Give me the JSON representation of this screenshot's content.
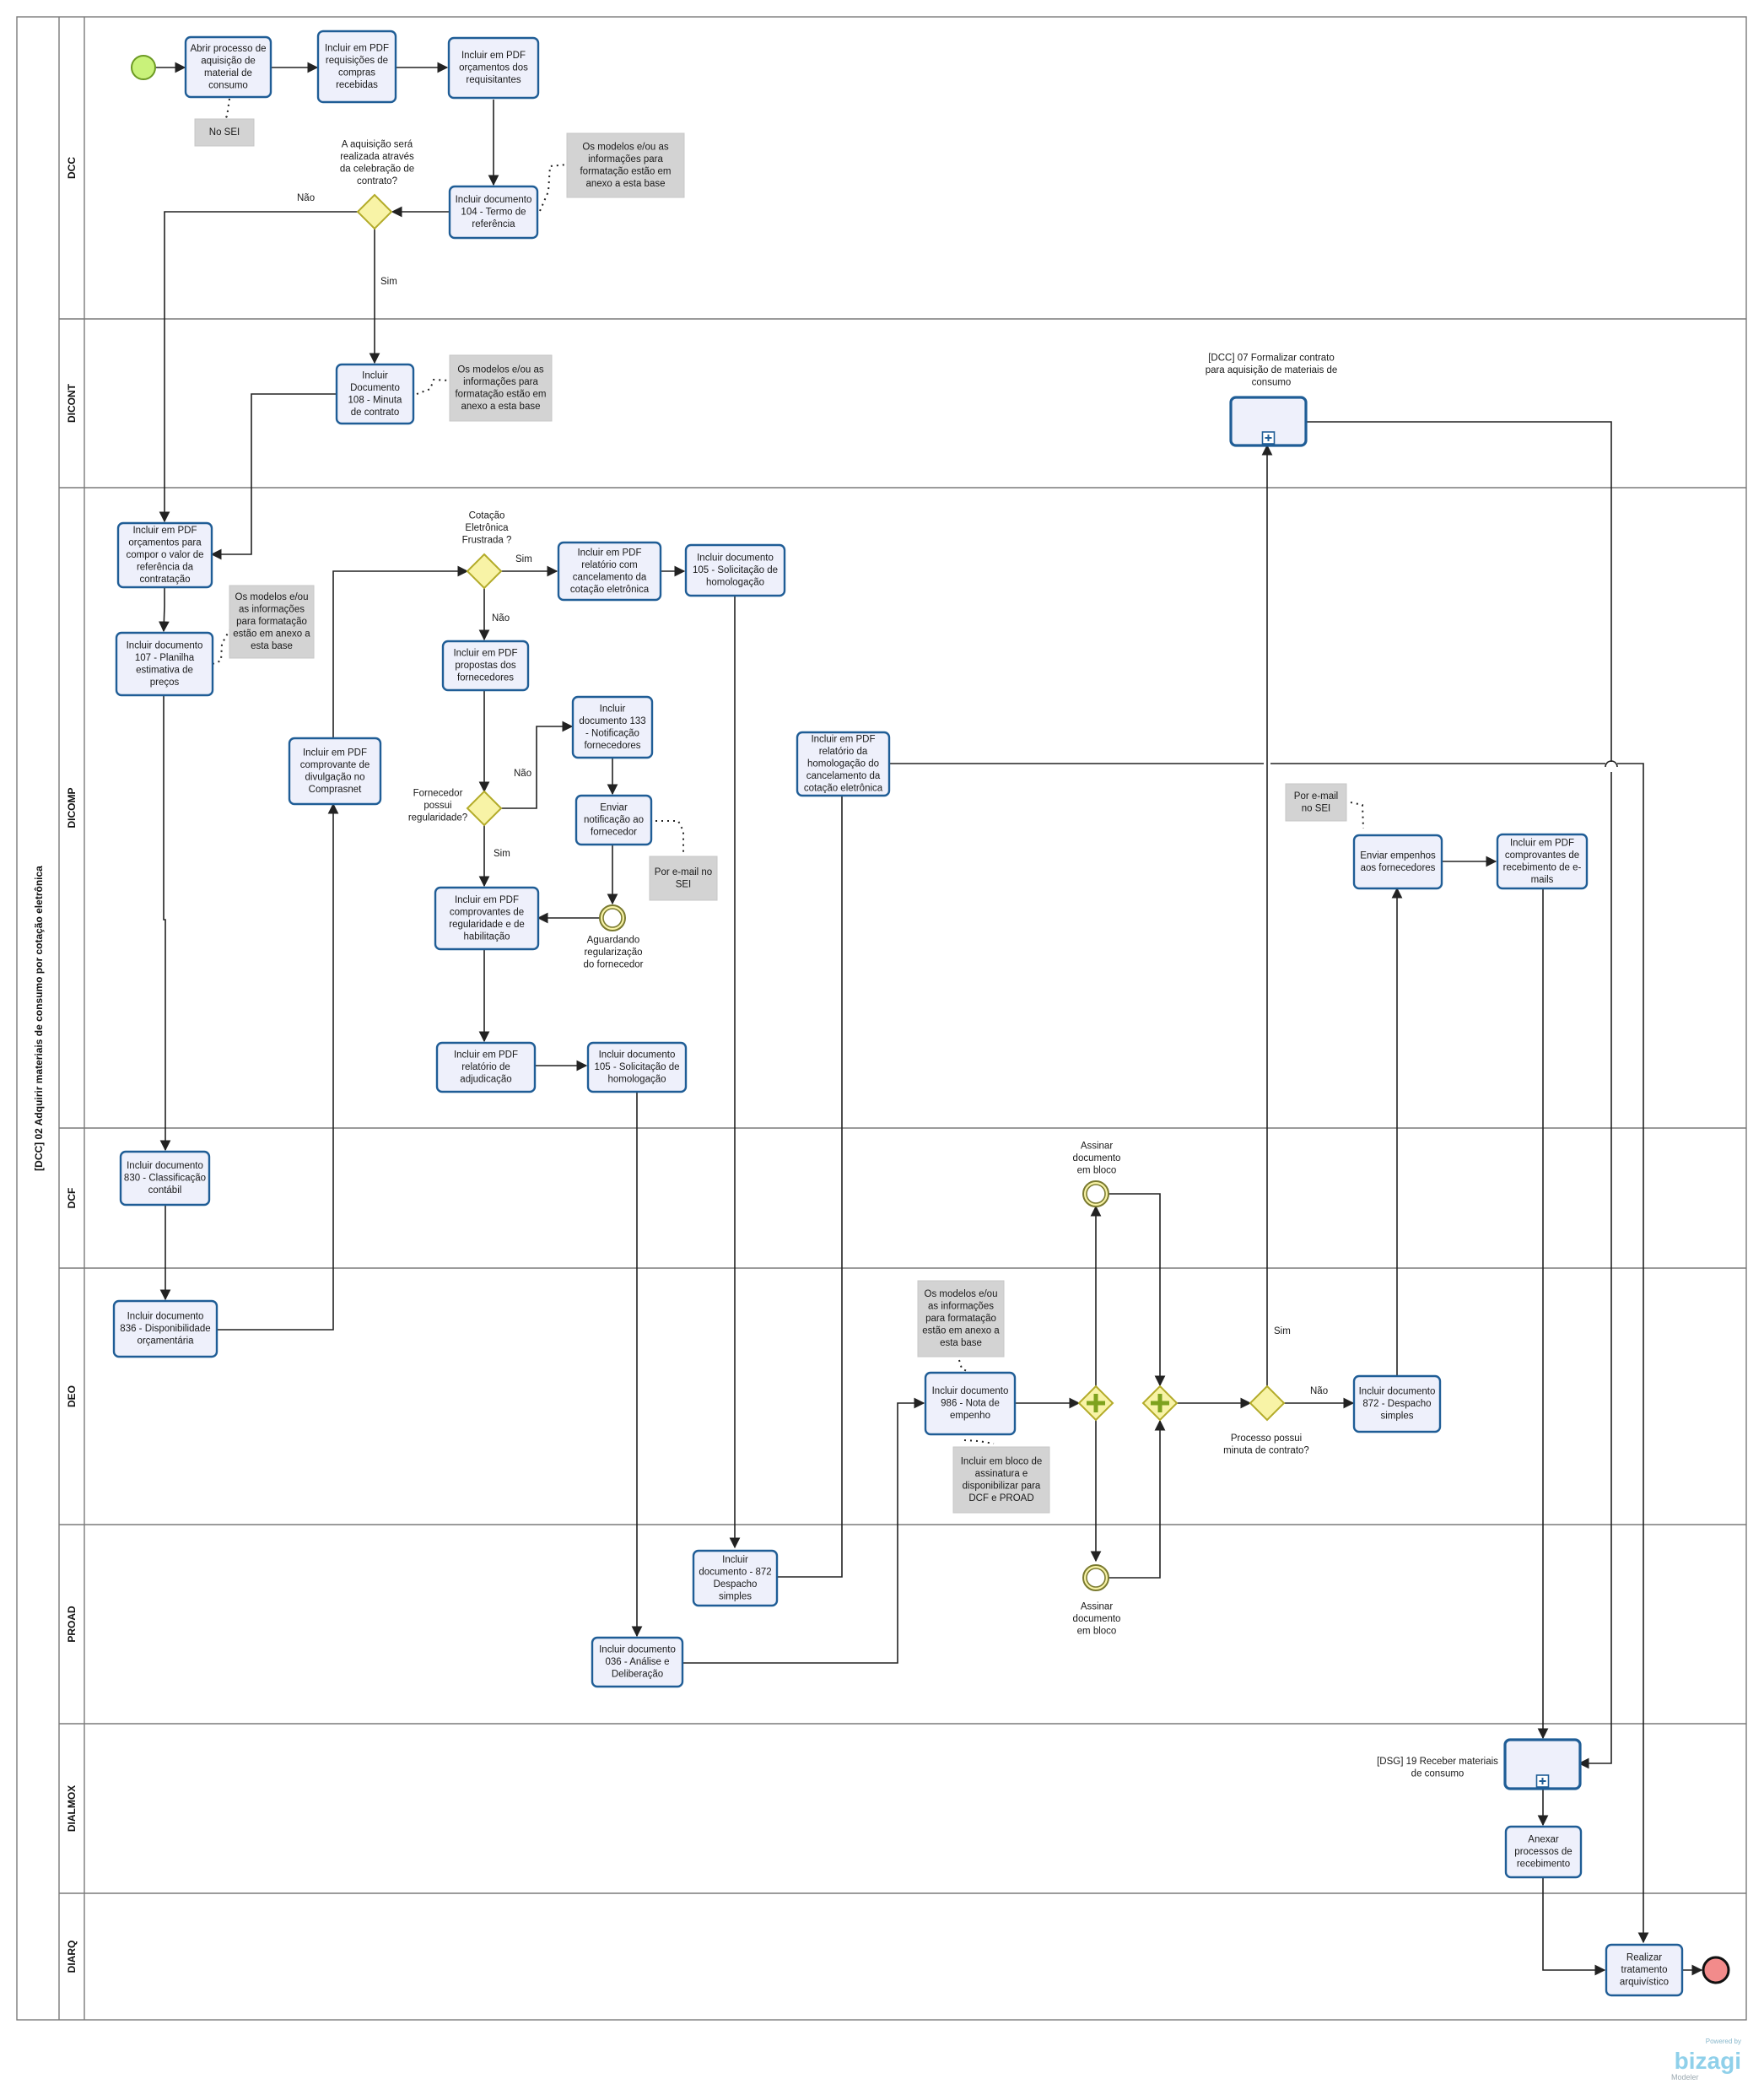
{
  "pool": {
    "title": "[DCC] 02 Adquirir materiais de consumo por cotação eletrônica"
  },
  "lanes": [
    "DCC",
    "DICONT",
    "DICOMP",
    "DCF",
    "DEO",
    "PROAD",
    "DIALMOX",
    "DIARQ"
  ],
  "tasks": {
    "t_abrir": [
      "Abrir processo de",
      "aquisição de",
      "material de",
      "consumo"
    ],
    "t_req": [
      "Incluir em PDF",
      "requisições de",
      "compras",
      "recebidas"
    ],
    "t_orc_req": [
      "Incluir em PDF",
      "orçamentos dos",
      "requisitantes"
    ],
    "t_doc104": [
      "Incluir documento",
      "104 - Termo de",
      "referência"
    ],
    "t_doc108": [
      "Incluir",
      "Documento",
      "108 - Minuta",
      "de contrato"
    ],
    "t_orc_ref": [
      "Incluir em PDF",
      "orçamentos para",
      "compor o valor de",
      "referência da",
      "contratação"
    ],
    "t_doc107": [
      "Incluir documento",
      "107 - Planilha",
      "estimativa de",
      "preços"
    ],
    "t_comprasnet": [
      "Incluir em PDF",
      "comprovante de",
      "divulgação no",
      "Comprasnet"
    ],
    "t_propostas": [
      "Incluir em PDF",
      "propostas dos",
      "fornecedores"
    ],
    "t_canc": [
      "Incluir em PDF",
      "relatório com",
      "cancelamento da",
      "cotação eletrônica"
    ],
    "t_doc105a": [
      "Incluir documento",
      "105 - Solicitação de",
      "homologação"
    ],
    "t_doc133": [
      "Incluir",
      "documento 133",
      "- Notificação",
      "fornecedores"
    ],
    "t_notif": [
      "Enviar",
      "notificação ao",
      "fornecedor"
    ],
    "t_comprov_reg": [
      "Incluir em PDF",
      "comprovantes de",
      "regularidade e de",
      "habilitação"
    ],
    "t_adjud": [
      "Incluir em PDF",
      "relatório de",
      "adjudicação"
    ],
    "t_doc105b": [
      "Incluir documento",
      "105 - Solicitação de",
      "homologação"
    ],
    "t_homol_canc": [
      "Incluir em PDF",
      "relatório da",
      "homologação do",
      "cancelamento da",
      "cotação eletrônica"
    ],
    "t_empenhos": [
      "Enviar empenhos",
      "aos fornecedores"
    ],
    "t_receb_email": [
      "Incluir em PDF",
      "comprovantes de",
      "recebimento de e-",
      "mails"
    ],
    "t_doc830": [
      "Incluir documento",
      "830 - Classificação",
      "contábil"
    ],
    "t_doc836": [
      "Incluir documento",
      "836 - Disponibilidade",
      "orçamentária"
    ],
    "t_doc986": [
      "Incluir documento",
      "986 - Nota de",
      "empenho"
    ],
    "t_doc872b": [
      "Incluir documento",
      "872 - Despacho",
      "simples"
    ],
    "t_doc872a": [
      "Incluir",
      "documento - 872",
      "Despacho",
      "simples"
    ],
    "t_doc036": [
      "Incluir documento",
      "036 - Análise e",
      "Deliberação"
    ],
    "t_anexar": [
      "Anexar",
      "processos de",
      "recebimento"
    ],
    "t_arquiv": [
      "Realizar",
      "tratamento",
      "arquivístico"
    ]
  },
  "subprocesses": {
    "sp_contrato": [
      "[DCC] 07 Formalizar contrato",
      "para  aquisição de materiais de",
      "consumo"
    ],
    "sp_receber": [
      "[DSG] 19 Receber materiais",
      "de consumo"
    ]
  },
  "gateways": {
    "g_contrato": [
      "A aquisição será",
      "realizada através",
      "da celebração de",
      "contrato?"
    ],
    "g_frustrada": [
      "Cotação",
      "Eletrônica",
      "Frustrada ?"
    ],
    "g_regular": [
      "Fornecedor",
      "possui",
      "regularidade?"
    ],
    "g_minuta": [
      "Processo possui",
      "minuta de contrato?"
    ]
  },
  "events": {
    "e_aguard": [
      "Aguardando",
      "regularização",
      "do fornecedor"
    ],
    "e_assinar_dcf": [
      "Assinar",
      "documento",
      "em bloco"
    ],
    "e_assinar_proad": [
      "Assinar",
      "documento",
      "em bloco"
    ]
  },
  "notes": {
    "n_sei": [
      "No SEI"
    ],
    "n_mod1": [
      "Os modelos e/ou as",
      "informações para",
      "formatação estão em",
      "anexo a esta base"
    ],
    "n_mod2": [
      "Os modelos e/ou as",
      "informações para",
      "formatação estão em",
      "anexo a esta base"
    ],
    "n_mod3": [
      "Os modelos e/ou",
      "as informações",
      "para formatação",
      "estão em anexo a",
      "esta base"
    ],
    "n_email1": [
      "Por e-mail no",
      "SEI"
    ],
    "n_email2": [
      "Por e-mail",
      "no SEI"
    ],
    "n_mod4": [
      "Os modelos e/ou",
      "as informações",
      "para formatação",
      "estão em anexo a",
      "esta base"
    ],
    "n_bloco": [
      "Incluir em bloco de",
      "assinatura e",
      "disponibilizar para",
      "DCF e PROAD"
    ]
  },
  "flow_labels": {
    "contrato_nao": "Não",
    "contrato_sim": "Sim",
    "frustrada_sim": "Sim",
    "frustrada_nao": "Não",
    "regular_nao": "Não",
    "regular_sim": "Sim",
    "minuta_sim": "Sim",
    "minuta_nao": "Não"
  },
  "branding": {
    "powered": "Powered by",
    "brand": "bizagi",
    "product": "Modeler"
  },
  "colors": {
    "task_fill": "#eef0fb",
    "task_stroke": "#1f5d96",
    "gateway_fill": "#f8f3a6",
    "gateway_stroke": "#b3ab2a",
    "start_fill": "#c9f27a",
    "start_stroke": "#6c9a23",
    "end_fill": "#f28b8b",
    "end_stroke": "#111111",
    "parallel_plus": "#7ea21e",
    "note_fill": "#d3d3d3",
    "brand": "#8fd0ea"
  }
}
